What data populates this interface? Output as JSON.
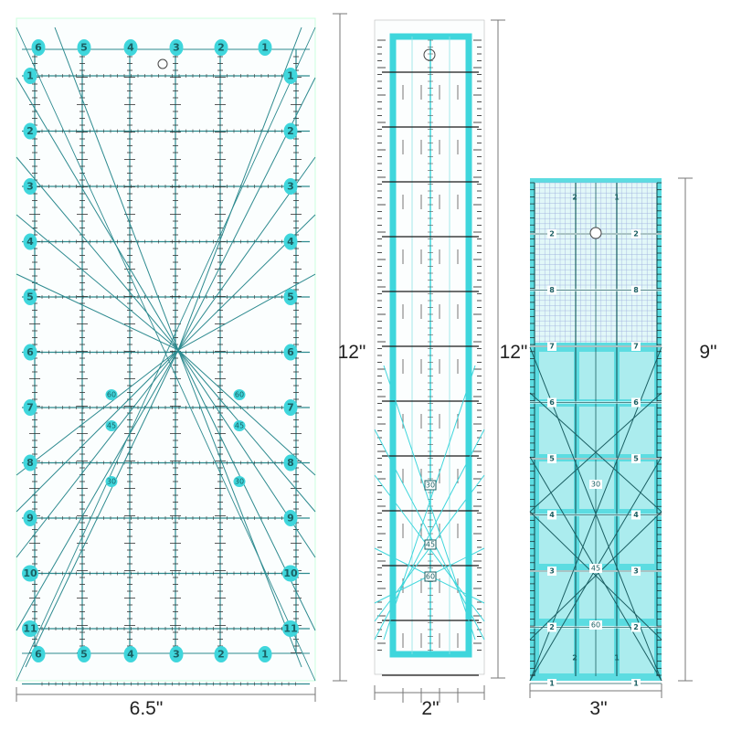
{
  "colors": {
    "accent": "#3fd6dc",
    "line": "#2d8a8f",
    "dark_line": "#1b5f63",
    "tick": "#333333",
    "grid_fill": "#e6f8f8"
  },
  "rulers": [
    {
      "id": "ruler-6x12",
      "width_label": "6.5\"",
      "height_label": "12\"",
      "top_numbers": [
        "6",
        "5",
        "4",
        "3",
        "2",
        "1"
      ],
      "side_numbers": [
        "1",
        "2",
        "3",
        "4",
        "5",
        "6",
        "7",
        "8",
        "9",
        "10",
        "11"
      ],
      "bottom_numbers": [
        "6",
        "5",
        "4",
        "3",
        "2",
        "1"
      ],
      "angle_labels": [
        "60",
        "45",
        "30",
        "60",
        "45",
        "30"
      ]
    },
    {
      "id": "ruler-2x12",
      "width_label": "2\"",
      "height_label": "12\"",
      "angle_labels": [
        "30",
        "45",
        "60"
      ]
    },
    {
      "id": "ruler-3x9",
      "width_label": "3\"",
      "height_label": "9\"",
      "side_numbers": [
        "2",
        "8",
        "7",
        "6",
        "5",
        "4",
        "3",
        "2",
        "1"
      ],
      "top_numbers": [
        "2",
        "1"
      ],
      "bottom_numbers": [
        "2",
        "1"
      ],
      "angle_labels": [
        "30",
        "45",
        "60"
      ]
    }
  ]
}
